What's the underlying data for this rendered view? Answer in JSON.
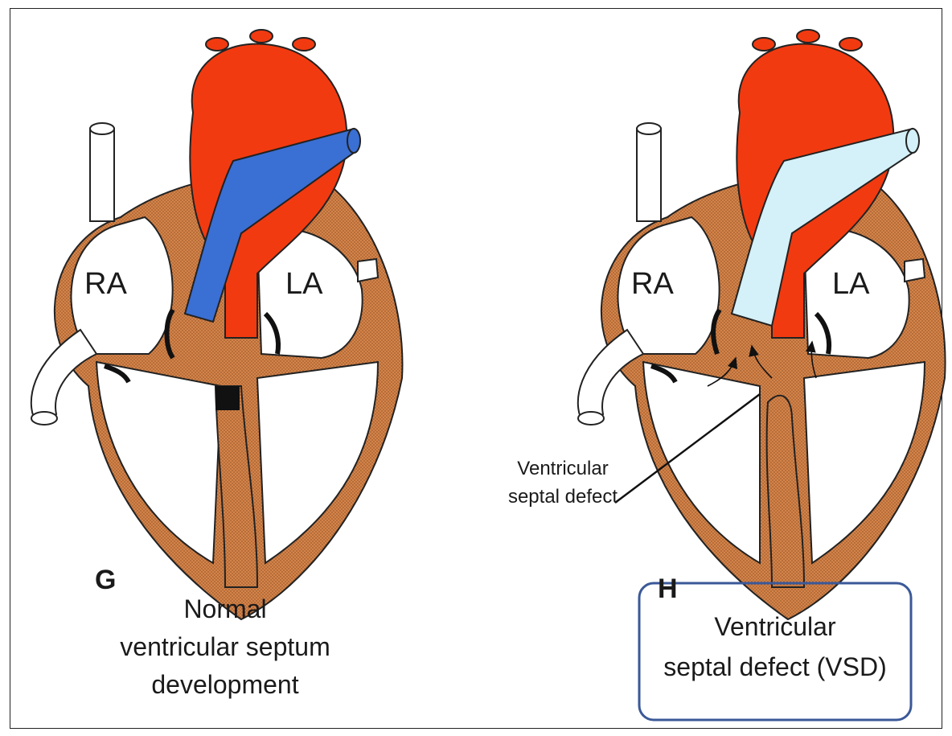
{
  "colors": {
    "myocardium": "#d4844a",
    "aorta": "#f23a10",
    "pulmonary_normal": "#3a6fd4",
    "pulmonary_vsd": "#d4f0f8",
    "valve": "#111111",
    "highlight_box": "#3b5998"
  },
  "left_panel": {
    "ra_label": "RA",
    "la_label": "LA",
    "panel_letter": "G",
    "caption": [
      "Normal",
      "ventricular septum",
      "development"
    ]
  },
  "right_panel": {
    "ra_label": "RA",
    "la_label": "LA",
    "panel_letter": "H",
    "annotation": [
      "Ventricular",
      "septal defect"
    ],
    "caption": [
      "Ventricular",
      "septal defect (VSD)"
    ]
  }
}
